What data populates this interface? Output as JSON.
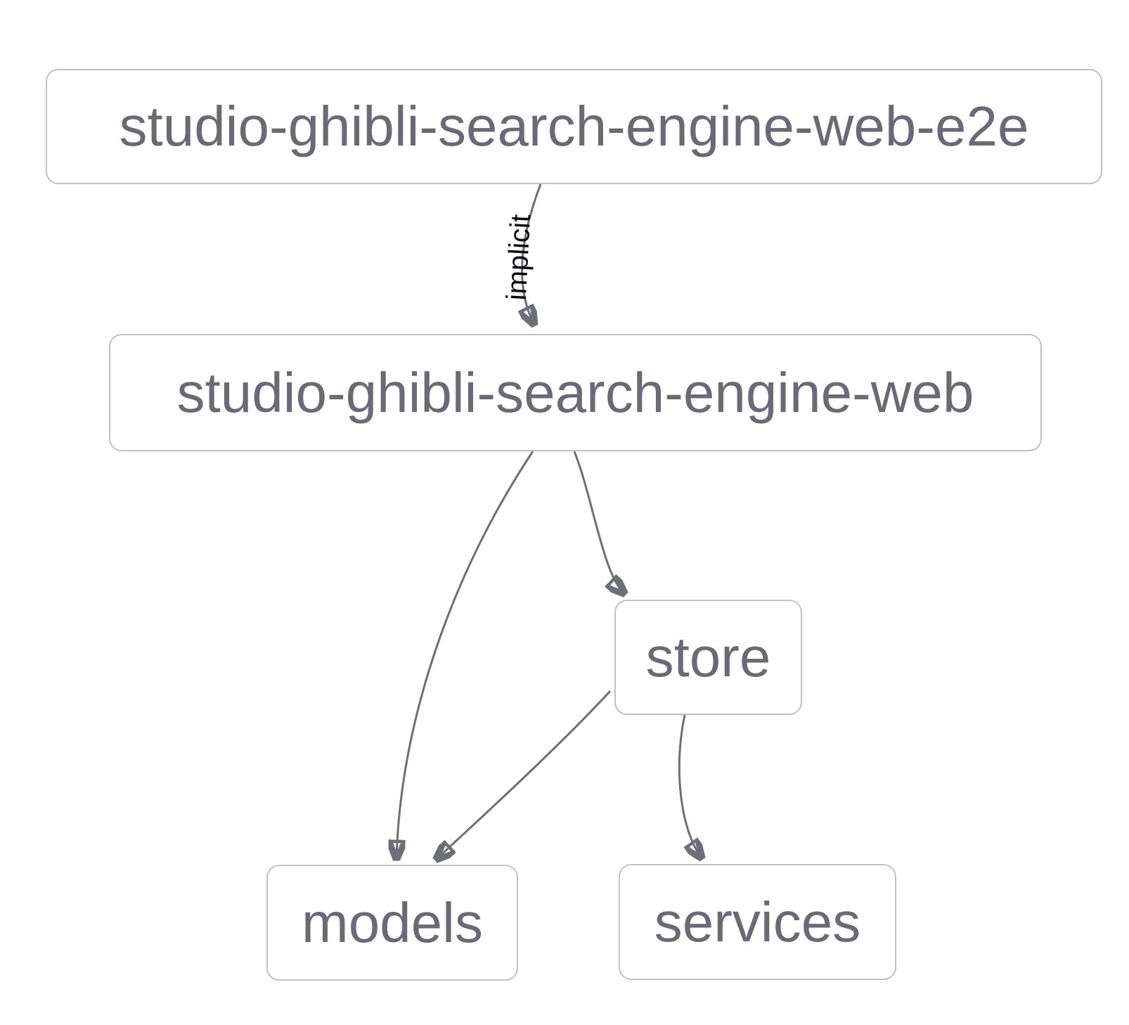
{
  "diagram": {
    "type": "dependency-graph",
    "colors": {
      "background": "#ffffff",
      "node_border": "#c0c0c7",
      "node_fill": "#ffffff",
      "node_text": "#6b6a74",
      "edge": "#6e6e77",
      "edge_label_text": "#0c0c0c"
    },
    "nodes": [
      {
        "id": "studio-ghibli-search-engine-web-e2e",
        "label": "studio-ghibli-search-engine-web-e2e"
      },
      {
        "id": "studio-ghibli-search-engine-web",
        "label": "studio-ghibli-search-engine-web"
      },
      {
        "id": "store",
        "label": "store"
      },
      {
        "id": "models",
        "label": "models"
      },
      {
        "id": "services",
        "label": "services"
      }
    ],
    "edges": [
      {
        "from": "studio-ghibli-search-engine-web-e2e",
        "to": "studio-ghibli-search-engine-web",
        "label": "implicit",
        "type": "implicit"
      },
      {
        "from": "studio-ghibli-search-engine-web",
        "to": "store",
        "label": ""
      },
      {
        "from": "studio-ghibli-search-engine-web",
        "to": "models",
        "label": ""
      },
      {
        "from": "store",
        "to": "models",
        "label": ""
      },
      {
        "from": "store",
        "to": "services",
        "label": ""
      }
    ]
  }
}
